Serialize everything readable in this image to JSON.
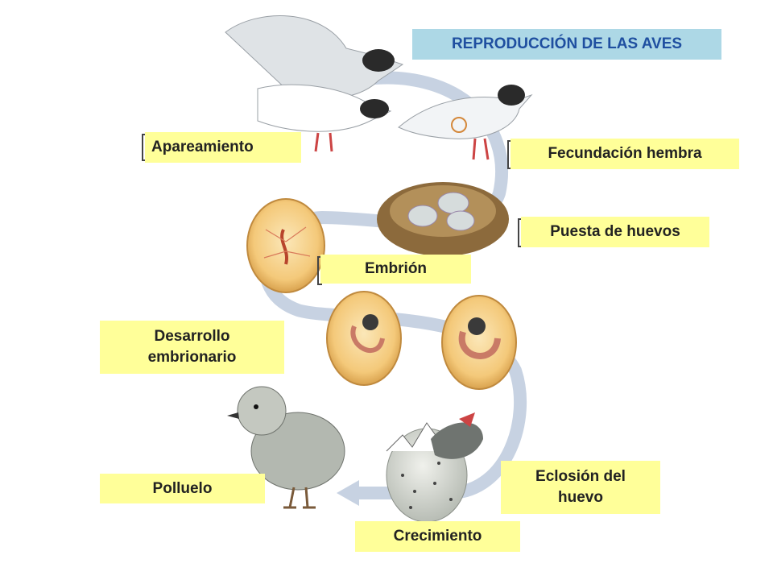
{
  "title": "REPRODUCCIÓN DE LAS AVES",
  "stages": {
    "apareamiento": "Apareamiento",
    "fecundacion": "Fecundación hembra",
    "puesta": "Puesta de huevos",
    "embrion": "Embrión",
    "desarrollo_1": "Desarrollo",
    "desarrollo_2": "embrionario",
    "polluelo": "Polluelo",
    "eclosion_1": "Eclosión del",
    "eclosion_2": "huevo",
    "crecimiento": "Crecimiento"
  },
  "colors": {
    "label_bg": "#ffff99",
    "title_bg": "#add8e6",
    "title_text": "#1f4fa0",
    "cycle_arrow": "#c7d2e2"
  }
}
